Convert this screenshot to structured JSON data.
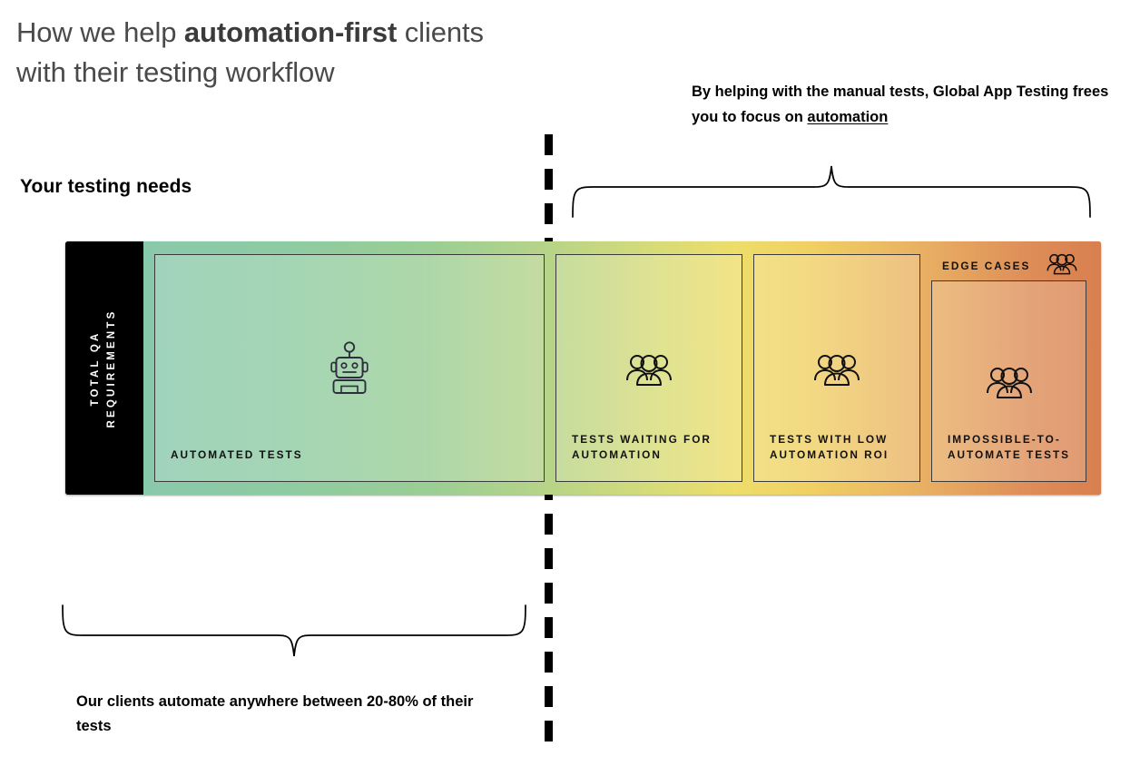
{
  "title": {
    "line1_pre": "How we help ",
    "line1_strong": "automation-first",
    "line1_post": " clients",
    "line2": "with their testing workflow"
  },
  "top_caption": {
    "text_pre": "By helping with the manual tests, Global App Testing frees you to focus on ",
    "link_text": "automation"
  },
  "left_heading": "Your testing needs",
  "bottom_caption": "Our clients automate anywhere between 20-80% of their tests",
  "bar": {
    "vertical_label": "TOTAL QA\nREQUIREMENTS",
    "vertical_label_line1": "TOTAL QA",
    "vertical_label_line2": "REQUIREMENTS",
    "edge_cases_label": "EDGE CASES",
    "edge_cases_icon": "people-group-icon",
    "panels": [
      {
        "label": "AUTOMATED TESTS",
        "icon": "robot-icon"
      },
      {
        "label": "TESTS WAITING FOR AUTOMATION",
        "icon": "people-group-icon"
      },
      {
        "label": "TESTS WITH LOW AUTOMATION ROI",
        "icon": "people-group-icon"
      },
      {
        "label": "IMPOSSIBLE-TO-AUTOMATE TESTS",
        "icon": "people-group-icon"
      }
    ]
  },
  "colors": {
    "bar_frame": "#000000",
    "gradient_start": "#89c9ab",
    "gradient_mid": "#eedd6a",
    "gradient_end": "#d97f4f",
    "title_text": "#4a4a4a",
    "body_text": "#000000",
    "divider": "#000000"
  }
}
